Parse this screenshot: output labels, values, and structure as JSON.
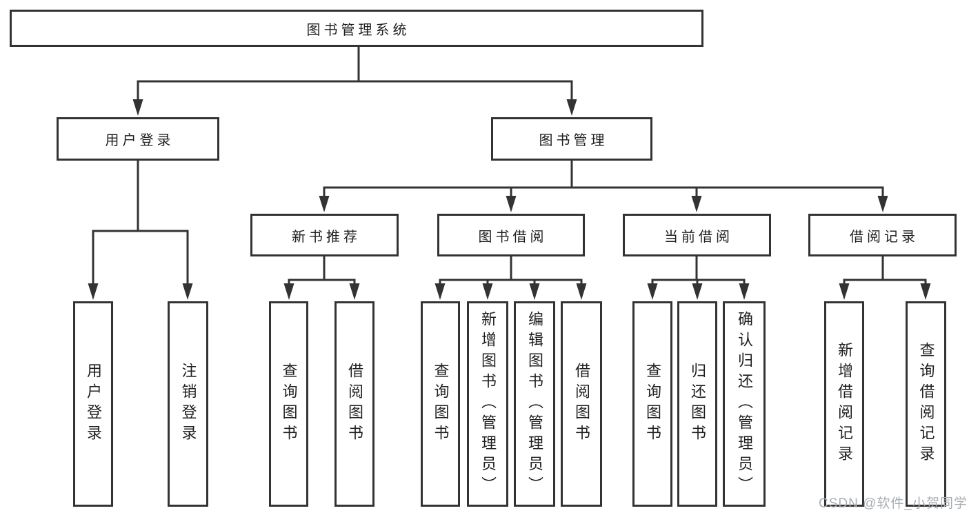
{
  "diagram": {
    "root": {
      "label": "图书管理系统"
    },
    "children": [
      {
        "label": "用户登录",
        "children": [
          {
            "label": "用户登录"
          },
          {
            "label": "注销登录"
          }
        ]
      },
      {
        "label": "图书管理",
        "children": [
          {
            "label": "新书推荐",
            "children": [
              {
                "label": "查询图书"
              },
              {
                "label": "借阅图书"
              }
            ]
          },
          {
            "label": "图书借阅",
            "children": [
              {
                "label": "查询图书"
              },
              {
                "label": "新增图书（管理员）"
              },
              {
                "label": "编辑图书（管理员）"
              },
              {
                "label": "借阅图书"
              }
            ]
          },
          {
            "label": "当前借阅",
            "children": [
              {
                "label": "查询图书"
              },
              {
                "label": "归还图书"
              },
              {
                "label": "确认归还（管理员）"
              }
            ]
          },
          {
            "label": "借阅记录",
            "children": [
              {
                "label": "新增借阅记录"
              },
              {
                "label": "查询借阅记录"
              }
            ]
          }
        ]
      }
    ]
  },
  "watermark": {
    "text": "CSDN @软件_小贺同学",
    "color": "#a9aeb3"
  },
  "colors": {
    "line": "#333333",
    "box_border": "#333333",
    "box_fill": "#ffffff",
    "text": "#1f1f1f",
    "background": "#ffffff"
  }
}
